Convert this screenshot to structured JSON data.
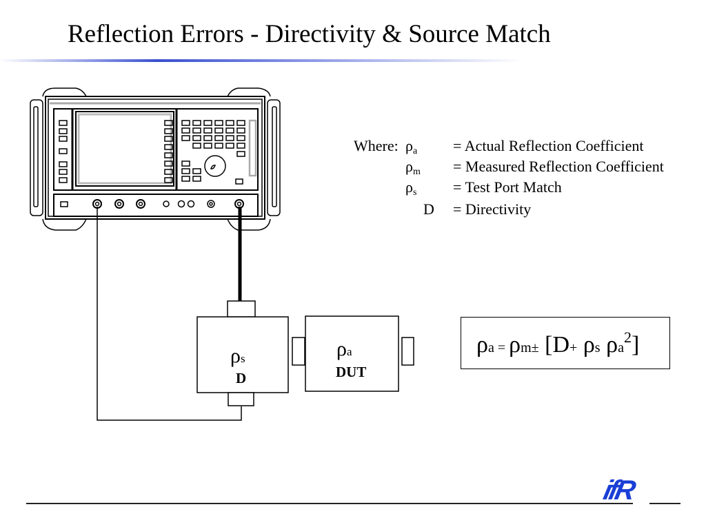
{
  "title": "Reflection Errors - Directivity & Source Match",
  "legend": {
    "where_label": "Where:",
    "rows": [
      {
        "symbol": "ρ",
        "sub": "a",
        "definition": "= Actual Reflection Coefficient"
      },
      {
        "symbol": "ρ",
        "sub": "m",
        "definition": "=  Measured Reflection Coefficient"
      },
      {
        "symbol": "ρ",
        "sub": "s",
        "definition": "= Test Port Match"
      },
      {
        "symbol": "D",
        "sub": "",
        "definition": "=  Directivity"
      }
    ]
  },
  "diagram": {
    "coupler": {
      "symbol": "ρ",
      "sub": "s",
      "label": "D"
    },
    "dut": {
      "symbol": "ρ",
      "sub": "a",
      "label": "DUT"
    }
  },
  "formula": {
    "lhs": "ρ",
    "lhs_sub": "a",
    "eq": " = ",
    "rho_m": "ρ",
    "m_sub": "m",
    "pm": "±",
    "open": " [D",
    "plus": "+",
    "rho_s": " ρ",
    "s_sub": "s",
    "rho_a": " ρ",
    "a_sub": "a",
    "sq": "2",
    "close": "]"
  },
  "logo": {
    "text": "ifR",
    "color": "#1a3fd6"
  },
  "colors": {
    "accent_rule": "#3a4fd0"
  }
}
